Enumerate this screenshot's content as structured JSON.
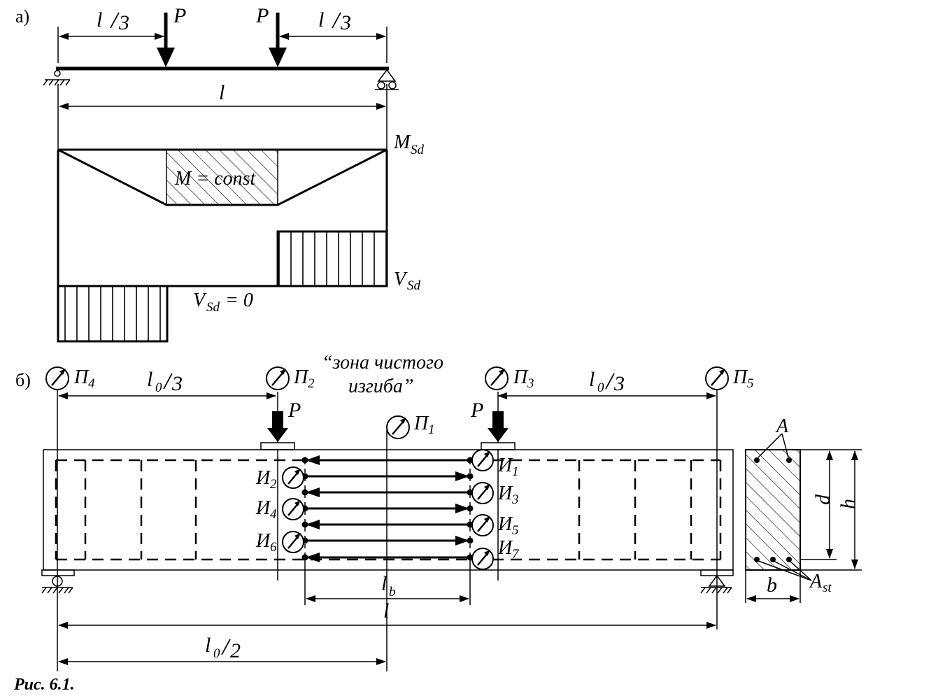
{
  "figure_a": {
    "panel_label": "а)",
    "load_label": "P",
    "span_third_top": "l",
    "span_third_bottom": "3",
    "span_label": "l",
    "moment_label_main": "M",
    "moment_label_sub": "Sd",
    "moment_const_label": "M = const",
    "shear_label_main": "V",
    "shear_label_sub": "Sd",
    "shear_zero_main": "V",
    "shear_zero_sub": "Sd",
    "shear_zero_value": " = 0"
  },
  "figure_b": {
    "panel_label": "б)",
    "load_label": "P",
    "l0_main": "l",
    "l0_sub": "0",
    "third_denominator": "3",
    "half_denominator": "2",
    "pure_bending_line1": "“зона чистого",
    "pure_bending_line2": "изгиба”",
    "gauge_letter": "П",
    "gauges": [
      "1",
      "2",
      "3",
      "4",
      "5"
    ],
    "indicator_letter": "И",
    "indicators": [
      "1",
      "2",
      "3",
      "4",
      "5",
      "6",
      "7"
    ],
    "base_main": "l",
    "base_sub": "b",
    "span_label": "l",
    "section": {
      "top_bars": "A",
      "bottom_bars_main": "A",
      "bottom_bars_sub": "st",
      "depth_eff": "d",
      "height": "h",
      "width": "b"
    }
  },
  "caption": "Рис. 6.1."
}
